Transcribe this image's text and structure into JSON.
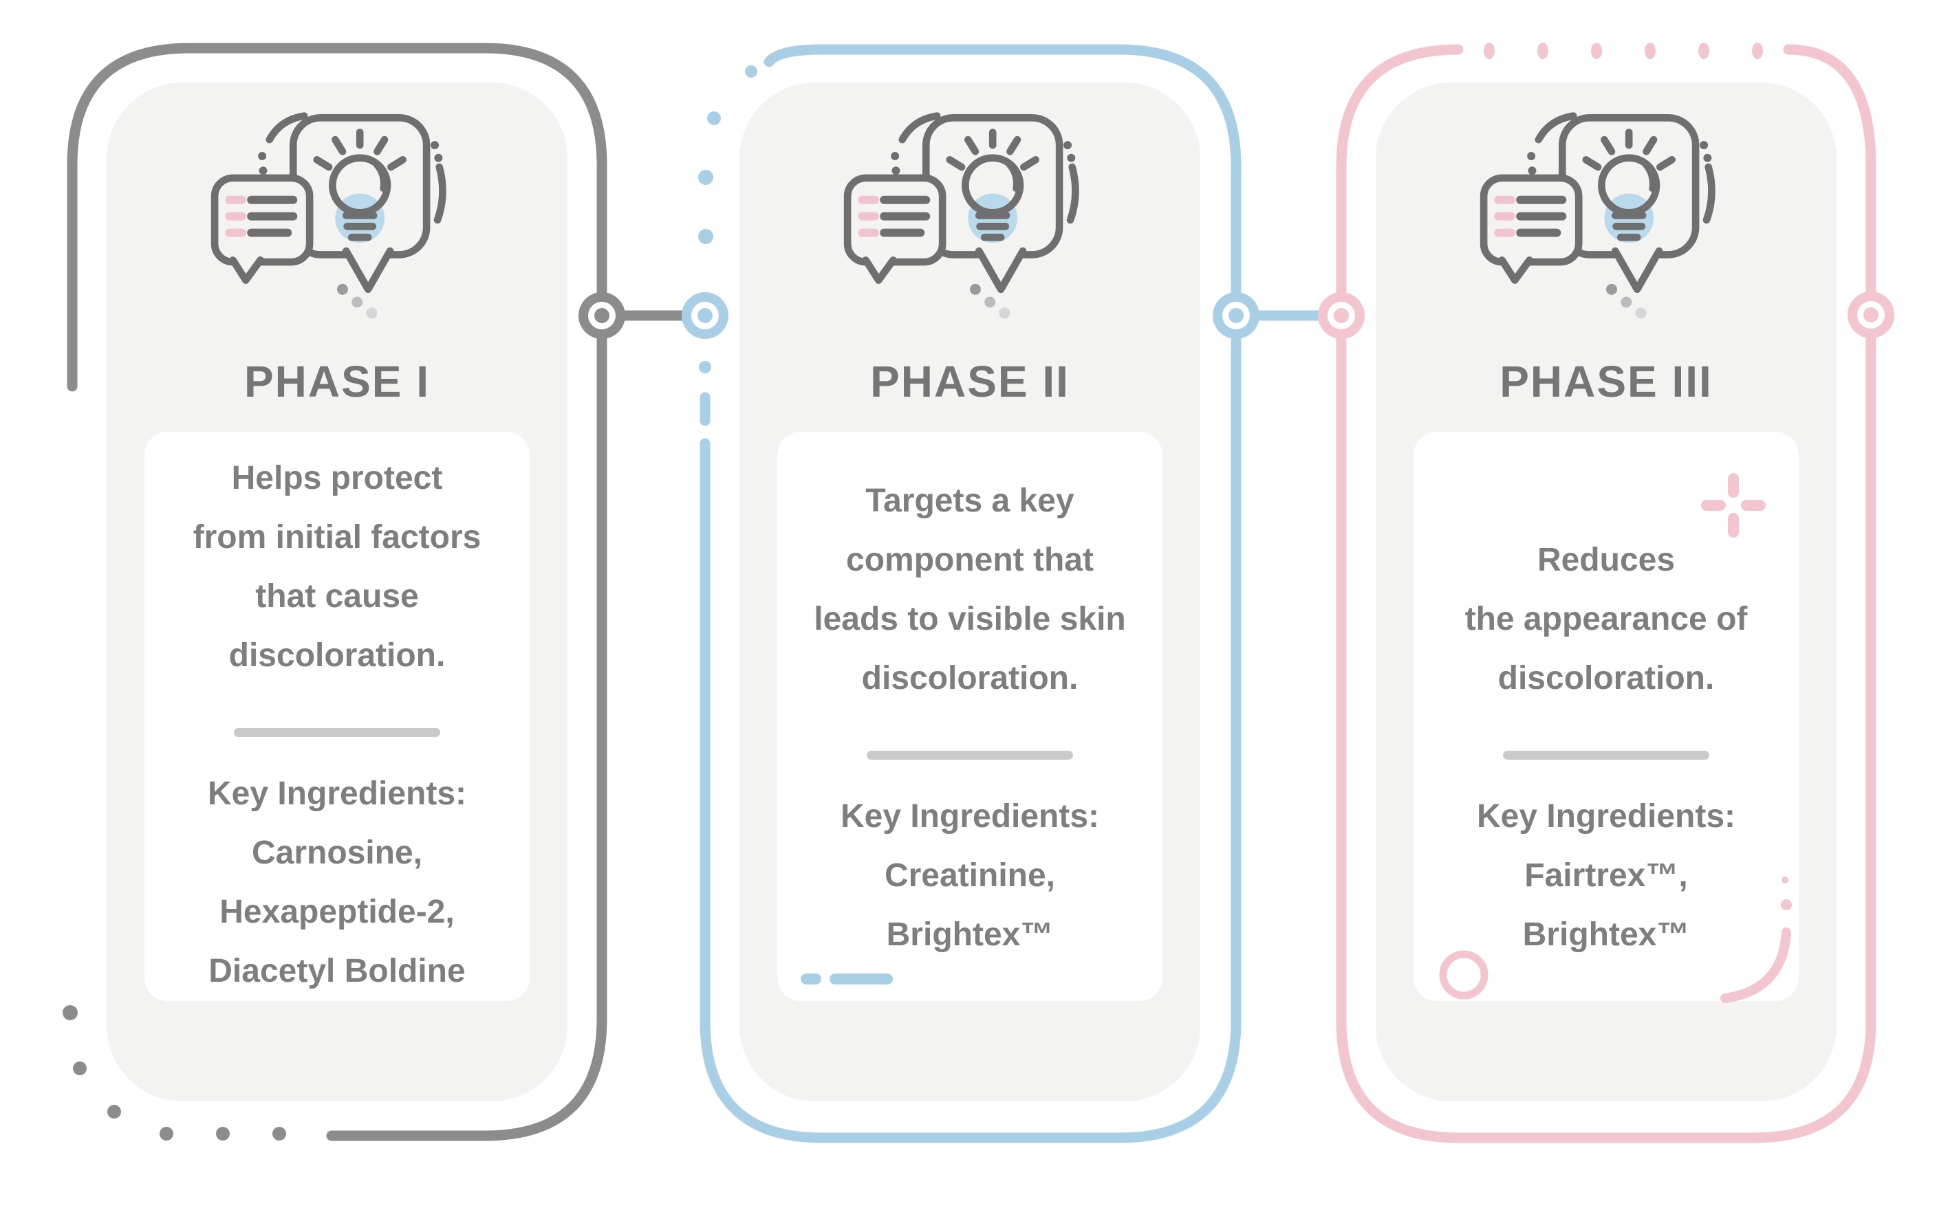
{
  "infographic": {
    "type": "three-phase skincare timeline",
    "background_color": "#ffffff",
    "card_background_color": "#f3f3f2",
    "text_color": "#7e7e7e",
    "divider_color": "#c9c9c9"
  },
  "icon": {
    "name": "chat-lightbulb-icon",
    "stroke_color": "#6f6f6f",
    "pink_dash_color": "#f0c3cd",
    "bulb_circle_color": "#b9d9ec"
  },
  "phases": [
    {
      "title": "PHASE I",
      "accent_color": "#8c8c8c",
      "description_lines": [
        "Helps protect",
        "from initial factors",
        "that cause",
        "discoloration."
      ],
      "key_ingredients_label": "Key Ingredients:",
      "ingredient_lines": [
        "Carnosine,",
        "Hexapeptide-2,",
        "Diacetyl Boldine"
      ]
    },
    {
      "title": "PHASE II",
      "accent_color": "#a9cfe7",
      "description_lines": [
        "Targets a key",
        "component that",
        "leads to visible skin",
        "discoloration."
      ],
      "key_ingredients_label": "Key Ingredients:",
      "ingredient_lines": [
        "Creatinine,",
        "Brightex™"
      ]
    },
    {
      "title": "PHASE III",
      "accent_color": "#f2c5cf",
      "description_lines": [
        "Reduces",
        "the appearance of",
        "discoloration."
      ],
      "key_ingredients_label": "Key Ingredients:",
      "ingredient_lines": [
        "Fairtrex™,",
        "Brightex™"
      ]
    }
  ]
}
